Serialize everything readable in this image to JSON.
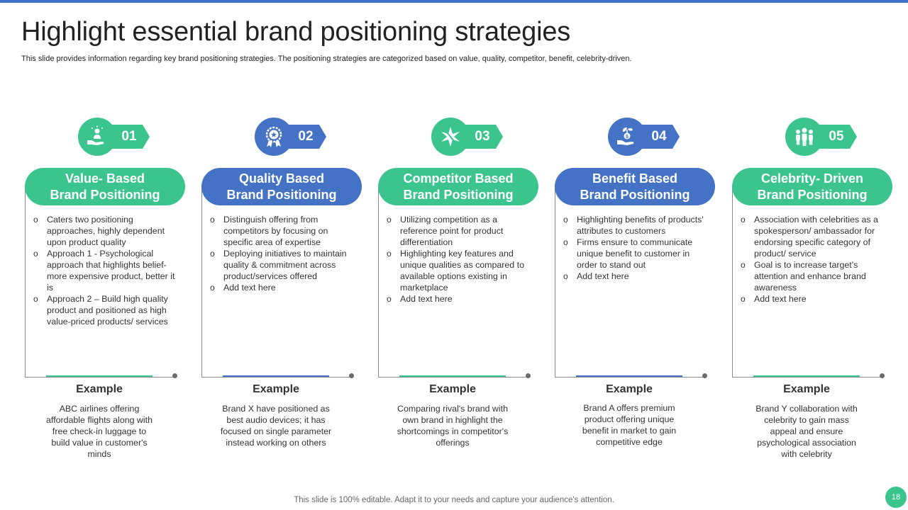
{
  "slide": {
    "title": "Highlight essential brand positioning strategies",
    "subtitle": "This slide provides information regarding key brand positioning strategies. The positioning strategies are categorized based on value, quality, competitor, benefit, celebrity-driven.",
    "footer": "This slide is 100% editable. Adapt it to your needs and capture your audience's attention.",
    "page_number": "18"
  },
  "colors": {
    "green": "#3cc48f",
    "blue": "#4472c4",
    "accent_bar": "#4472c4"
  },
  "strategies": [
    {
      "number": "01",
      "icon": "hand-with-person-icon",
      "title_line1": "Value- Based",
      "title_line2": "Brand Positioning",
      "bullets": [
        "Caters two positioning approaches, highly dependent upon product quality",
        "Approach 1 - Psychological approach that highlights belief- more expensive product, better it is",
        "Approach 2 – Build high quality product and positioned as high value-priced products/ services"
      ],
      "example_title": "Example",
      "example_text": "ABC airlines offering affordable flights along with free check-in luggage to build value in customer's minds"
    },
    {
      "number": "02",
      "icon": "award-ribbon-icon",
      "title_line1": "Quality Based",
      "title_line2": "Brand Positioning",
      "bullets": [
        "Distinguish offering from competitors by focusing on specific area of expertise",
        "Deploying initiatives to maintain quality & commitment across product/services offered",
        "Add text here"
      ],
      "example_title": "Example",
      "example_text": "Brand X have positioned as best audio devices; it has focused on single parameter instead working on others"
    },
    {
      "number": "03",
      "icon": "arrow-burst-icon",
      "title_line1": "Competitor Based",
      "title_line2": "Brand Positioning",
      "bullets": [
        "Utilizing competition as a reference point for product differentiation",
        "Highlighting key features and unique qualities as compared to available options existing in marketplace",
        "Add text here"
      ],
      "example_title": "Example",
      "example_text": "Comparing rival's brand with own brand in highlight the shortcomings in competitor's offerings"
    },
    {
      "number": "04",
      "icon": "hand-with-dollar-plant-icon",
      "title_line1": "Benefit Based",
      "title_line2": "Brand Positioning",
      "bullets": [
        "Highlighting benefits of products' attributes to customers",
        "Firms ensure to communicate unique benefit to customer in order to stand out",
        "Add text here"
      ],
      "example_title": "Example",
      "example_text": "Brand A offers premium product offering unique benefit in market to gain competitive edge"
    },
    {
      "number": "05",
      "icon": "group-of-people-icon",
      "title_line1": "Celebrity- Driven",
      "title_line2": "Brand Positioning",
      "bullets": [
        "Association with celebrities as a spokesperson/ ambassador for endorsing specific category of product/ service",
        "Goal is to increase target's attention and enhance brand awareness",
        "Add text here"
      ],
      "example_title": "Example",
      "example_text": "Brand Y collaboration with celebrity to gain mass appeal and ensure psychological association with celebrity"
    }
  ]
}
